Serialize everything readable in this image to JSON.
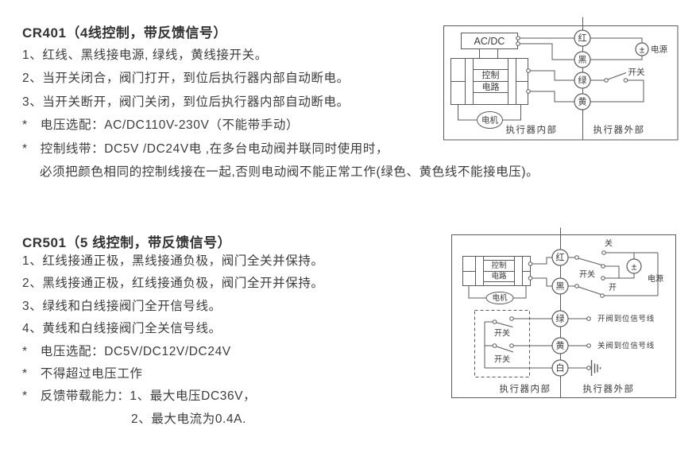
{
  "page": {
    "background": "#ffffff",
    "text_color": "#3c3c3c",
    "diagram_line_color": "#5a5a5a"
  },
  "section_cr401": {
    "title": "CR401（4线控制，带反馈信号）",
    "lines": [
      "1、红线、黑线接电源, 绿线，黄线接开关。",
      "2、当开关闭合，阀门打开，到位后执行器内部自动断电。",
      "3、当开关断开，阀门关闭，到位后执行器内部自动断电。",
      "*　电压选配：AC/DC110V-230V（不能带手动）",
      "*　控制线带：DC5V /DC24V电 ,在多台电动阀并联同时使用时，",
      "必须把颜色相同的控制线接在一起,否则电动阀不能正常工作(绿色、黄色线不能接电压)。"
    ]
  },
  "section_cr501": {
    "title": "CR501（5 线控制，带反馈信号）",
    "lines": [
      "1、红线接通正极，黑线接通负极，阀门全关并保持。",
      "2、黑线接通正极，红线接通负极，阀门全开并保持。",
      "3、绿线和白线接阀门全开信号线。",
      "4、黄线和白线接阀门全关信号线。",
      "*　电压选配：DC5V/DC12V/DC24V",
      "*　不得超过电压工作",
      "*　反馈带载能力：1、最大电压DC36V，",
      "2、最大电流为0.4A."
    ]
  },
  "diagram_cr401": {
    "acdc_label": "AC/DC",
    "control_box_line1": "控制",
    "control_box_line2": "电路",
    "motor_label": "电机",
    "wires": {
      "red": "红",
      "black": "黑",
      "green": "绿",
      "yellow": "黄"
    },
    "power_polarity": "±",
    "power_label": "电源",
    "switch_label": "开关",
    "inside_label": "执行器内部",
    "outside_label": "执行器外部"
  },
  "diagram_cr501": {
    "control_box_line1": "控制",
    "control_box_line2": "电路",
    "motor_label": "电机",
    "wires": {
      "red": "红",
      "black": "黑",
      "green": "绿",
      "yellow": "黄",
      "white": "白"
    },
    "power_polarity": "±",
    "power_label": "电源",
    "changeover_switch_label": "开关",
    "close_label": "关",
    "open_label": "开",
    "internal_switch1_label": "开关",
    "internal_switch2_label": "开关",
    "open_signal_label": "开阀到位信号线",
    "close_signal_label": "关阀到位信号线",
    "inside_label": "执行器内部",
    "outside_label": "执行器外部"
  }
}
